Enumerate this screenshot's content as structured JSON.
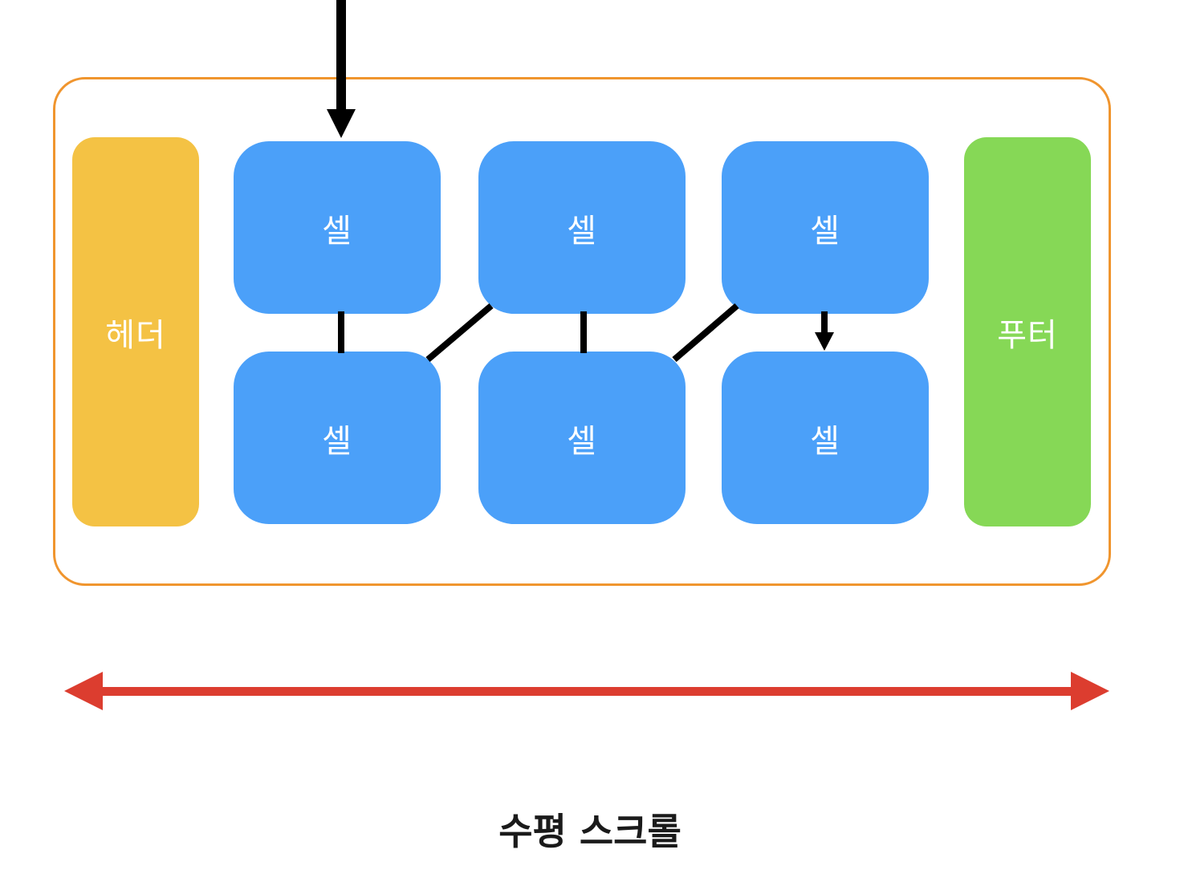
{
  "diagram": {
    "header_label": "헤더",
    "footer_label": "푸터",
    "cell_label": "셀",
    "cells": [
      {
        "label": "셀"
      },
      {
        "label": "셀"
      },
      {
        "label": "셀"
      },
      {
        "label": "셀"
      },
      {
        "label": "셀"
      },
      {
        "label": "셀"
      }
    ],
    "caption": "수평 스크롤"
  },
  "colors": {
    "container_border": "#f0952e",
    "header": "#f4c244",
    "footer": "#86d856",
    "cell": "#4ba0f9",
    "flow_line": "#000000",
    "scroll_arrow": "#dc3d2f"
  }
}
